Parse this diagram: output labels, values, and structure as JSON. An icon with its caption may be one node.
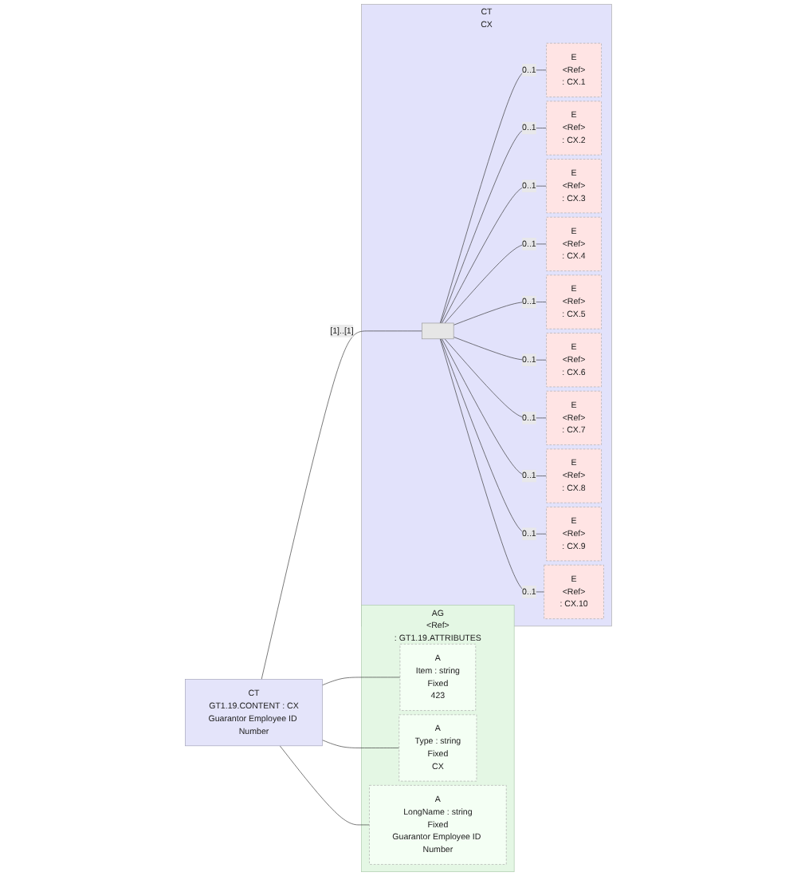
{
  "diagram": {
    "nodes": [
      {
        "text": [
          "CT",
          "GT1.19.CONTENT : CX",
          "Guarantor Employee ID Number"
        ]
      },
      {
        "text": [
          "AG",
          "<Ref>",
          ": GT1.19.ATTRIBUTES"
        ]
      },
      {
        "text": [
          "A",
          "Item : string",
          "Fixed",
          "423"
        ],
        "in": 1
      },
      {
        "text": [
          "A",
          "Type : string",
          "Fixed",
          "CX"
        ],
        "in": 1
      },
      {
        "text": [
          "A",
          "LongName : string",
          "Fixed",
          "Guarantor Employee ID Number"
        ],
        "in": 1
      },
      {
        "text": [
          "CT",
          "CX"
        ]
      },
      {
        "text": [],
        "shape": "bar",
        "in": 5
      },
      {
        "text": [
          "E",
          "<Ref>",
          ": CX.1"
        ],
        "in": 5
      },
      {
        "text": [
          "E",
          "<Ref>",
          ": CX.2"
        ],
        "in": 5
      },
      {
        "text": [
          "E",
          "<Ref>",
          ": CX.3"
        ],
        "in": 5
      },
      {
        "text": [
          "E",
          "<Ref>",
          ": CX.4"
        ],
        "in": 5
      },
      {
        "text": [
          "E",
          "<Ref>",
          ": CX.5"
        ],
        "in": 5
      },
      {
        "text": [
          "E",
          "<Ref>",
          ": CX.6"
        ],
        "in": 5
      },
      {
        "text": [
          "E",
          "<Ref>",
          ": CX.7"
        ],
        "in": 5
      },
      {
        "text": [
          "E",
          "<Ref>",
          ": CX.8"
        ],
        "in": 5
      },
      {
        "text": [
          "E",
          "<Ref>",
          ": CX.9"
        ],
        "in": 5
      },
      {
        "text": [
          "E",
          "<Ref>",
          ": CX.10"
        ],
        "in": 5
      }
    ],
    "edges": [
      {
        "from": 0,
        "to": 2,
        "arrow": "none"
      },
      {
        "from": 0,
        "to": 3,
        "arrow": "none"
      },
      {
        "from": 0,
        "to": 4,
        "arrow": "none"
      },
      {
        "from": 0,
        "to": 6,
        "arrow": "none",
        "label": "[1]..[1]"
      },
      {
        "from": 6,
        "to": 7,
        "arrow": "none",
        "label": "0..1"
      },
      {
        "from": 6,
        "to": 8,
        "arrow": "none",
        "label": "0..1"
      },
      {
        "from": 6,
        "to": 9,
        "arrow": "none",
        "label": "0..1"
      },
      {
        "from": 6,
        "to": 10,
        "arrow": "none",
        "label": "0..1"
      },
      {
        "from": 6,
        "to": 11,
        "arrow": "none",
        "label": "0..1"
      },
      {
        "from": 6,
        "to": 12,
        "arrow": "none",
        "label": "0..1"
      },
      {
        "from": 6,
        "to": 13,
        "arrow": "none",
        "label": "0..1"
      },
      {
        "from": 6,
        "to": 14,
        "arrow": "none",
        "label": "0..1"
      },
      {
        "from": 6,
        "to": 15,
        "arrow": "none",
        "label": "0..1"
      },
      {
        "from": 6,
        "to": 16,
        "arrow": "none",
        "label": "0..1"
      }
    ]
  }
}
